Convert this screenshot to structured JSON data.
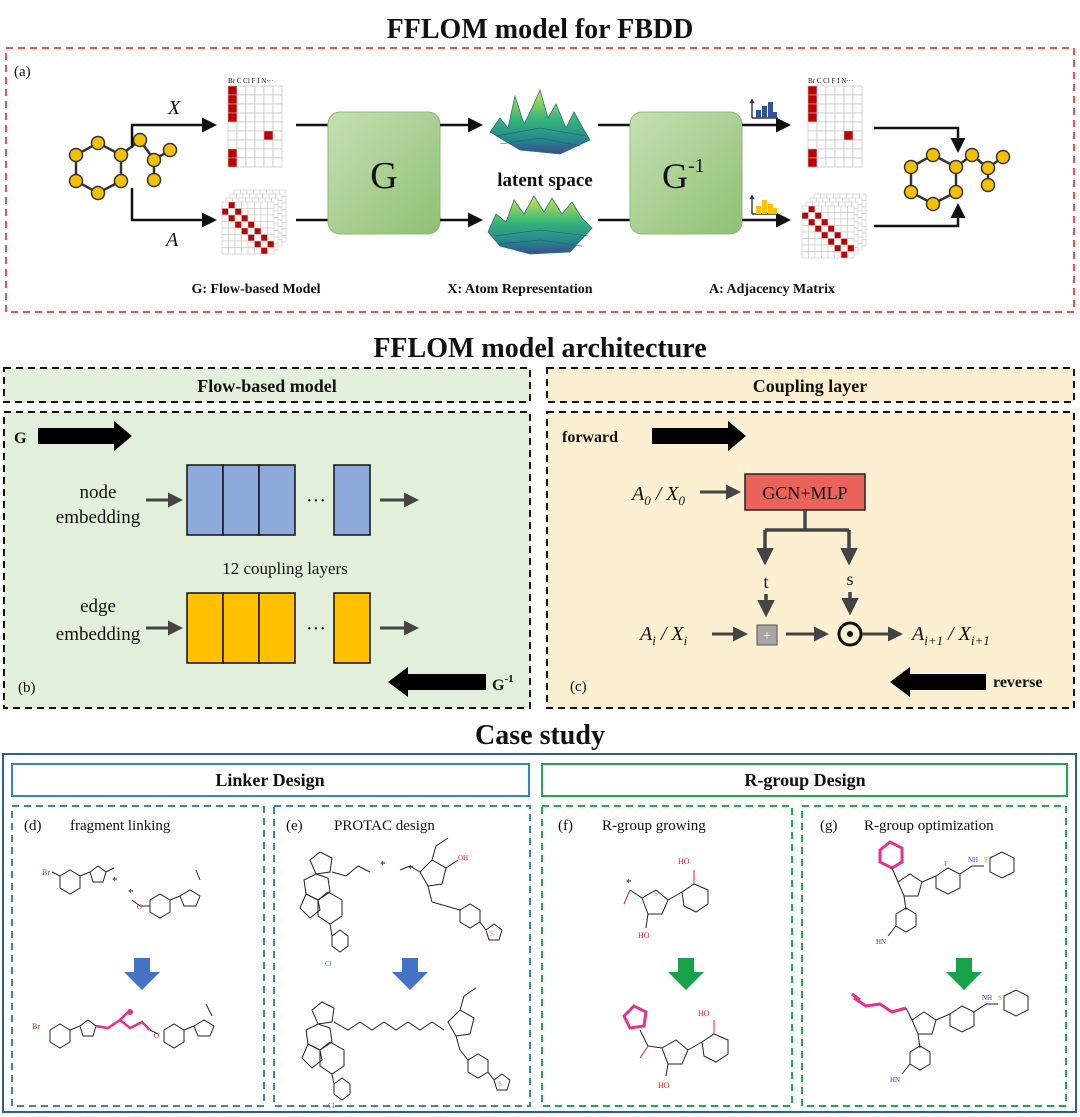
{
  "titles": {
    "main": "FFLOM model for FBDD",
    "arch": "FFLOM model architecture",
    "case": "Case study"
  },
  "panel_a": {
    "label": "(a)",
    "x_label": "X",
    "a_label": "A",
    "g_box": "G",
    "ginv_box_main": "G",
    "ginv_box_sup": "-1",
    "latent": "latent space",
    "atom_header": "Br C Cl F  I  N···",
    "legend_g": "G: Flow-based Model",
    "legend_x": "X: Atom Representation",
    "legend_a": "A: Adjacency Matrix"
  },
  "panel_b": {
    "header": "Flow-based model",
    "label": "(b)",
    "g_main": "G",
    "ginv_main": "G",
    "ginv_sup": "-1",
    "node_line1": "node",
    "node_line2": "embedding",
    "edge_line1": "edge",
    "edge_line2": "embedding",
    "coupling_count": "12 coupling layers",
    "dots": "···"
  },
  "panel_c": {
    "header": "Coupling layer",
    "label": "(c)",
    "forward": "forward",
    "reverse": "reverse",
    "input_main": "A",
    "input_sub": "0",
    "input_mid": " / X",
    "input_sub2": "0",
    "gcn": "GCN+MLP",
    "t": "t",
    "s": "s",
    "ai_main": "A",
    "ai_sub": "i",
    "ai_mid": " / X",
    "ai_sub2": "i",
    "plus": "+",
    "odot": "⊙",
    "out_main": "A",
    "out_sub": "i+1",
    "out_mid": " / X",
    "out_sub2": "i+1"
  },
  "case": {
    "linker_header": "Linker Design",
    "rgroup_header": "R-group Design",
    "d_label": "(d)",
    "d_title": "fragment linking",
    "e_label": "(e)",
    "e_title": "PROTAC design",
    "f_label": "(f)",
    "f_title": "R-group growing",
    "g_label": "(g)",
    "g_title": "R-group optimization",
    "atoms": {
      "br": "Br",
      "o": "O",
      "n": "N",
      "s": "S",
      "f": "F",
      "cl": "Cl",
      "ho": "HO",
      "oh": "OH",
      "star": "*",
      "nh": "NH",
      "hn": "HN"
    }
  },
  "colors": {
    "red_dash": "#e8564e",
    "green_fill": "#e2efda",
    "yellow_fill": "#fdf0d2",
    "dark_blue": "#2e5f93",
    "light_blue": "#3a82c4",
    "green_line": "#1faa4b",
    "node_blue": "#8eaadb",
    "edge_yellow": "#ffc000",
    "g_box": "#a9d08e",
    "gcn_red": "#e9635b",
    "matrix_red": "#c00000",
    "atom_yellow": "#f5c000",
    "arrow_blue": "#4472c4",
    "arrow_green": "#16a34a"
  }
}
